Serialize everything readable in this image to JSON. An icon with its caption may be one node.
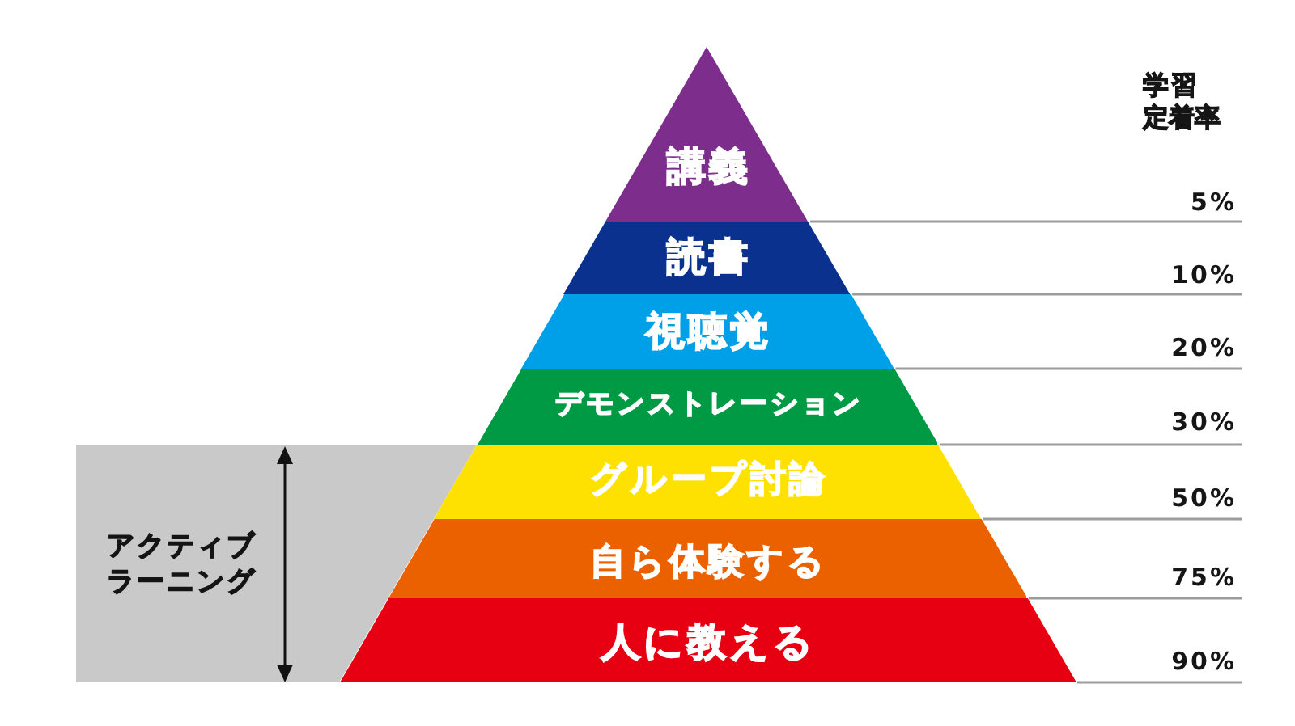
{
  "diagram": {
    "nodes": [
      {
        "text": [
          "講義"
        ]
      },
      {
        "text": [
          "読書"
        ]
      },
      {
        "text": [
          "視聴覚"
        ]
      },
      {
        "text": [
          "デモンストレーション"
        ]
      },
      {
        "text": [
          "グループ討論"
        ]
      },
      {
        "text": [
          "自ら体験する"
        ]
      },
      {
        "text": [
          "人に教える"
        ]
      },
      {
        "text": [
          "アクティブラーニング"
        ]
      }
    ],
    "labels": [
      "学習定着率",
      "5%",
      "10%",
      "20%",
      "30%",
      "50%",
      "75%",
      "90%"
    ]
  }
}
